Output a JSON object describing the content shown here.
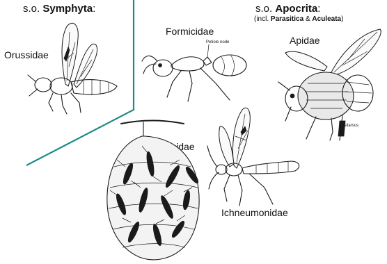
{
  "symphyta": {
    "prefix": "s.o. ",
    "name": "Symphyta",
    "suffix": ":"
  },
  "apocrita": {
    "prefix": "s.o. ",
    "name": "Apocrita",
    "suffix": ":",
    "note_open": "(incl. ",
    "note_a": "Parasitica",
    "note_mid": " & ",
    "note_b": "Aculeata",
    "note_close": ")"
  },
  "families": {
    "orussidae": "Orussidae",
    "formicidae": "Formicidae",
    "apidae": "Apidae",
    "vespidae": "Vespidae",
    "ichneumonidae": "Ichneumonidae"
  },
  "annotations": {
    "petiole": "Petiole node",
    "basitarsus": "Basitarsus"
  },
  "colors": {
    "divider": "#1f8a87",
    "ink": "#1a1a1a",
    "background": "#ffffff"
  }
}
